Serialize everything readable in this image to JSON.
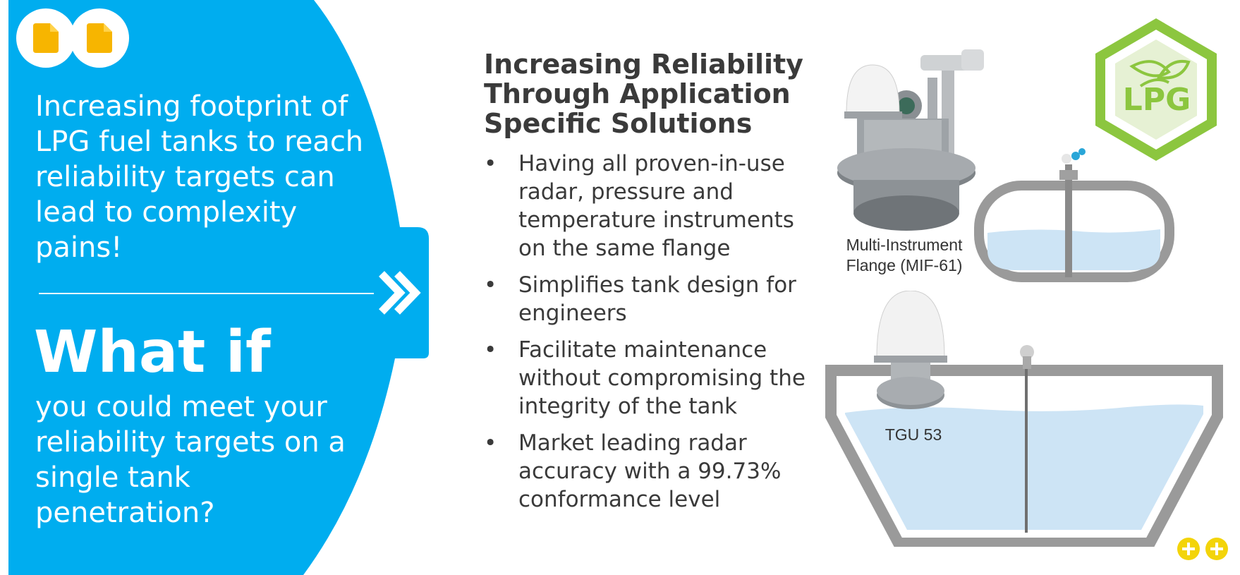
{
  "left_panel": {
    "intro": "Increasing footprint of LPG fuel tanks to reach reliability targets can lead to complexity pains!",
    "heading": "What if",
    "question": "you could meet your reliability targets on a single tank penetration?"
  },
  "main": {
    "title": "Increasing Reliability Through Application Specific Solutions",
    "bullet_symbol": "•",
    "bullets": [
      "Having all proven-in-use radar, pressure and temperature instruments on the same flange",
      "Simplifies tank design for engineers",
      "Facilitate maintenance without compromising the integrity of the tank",
      "Market leading radar accuracy with a 99.73% conformance level"
    ]
  },
  "figures": {
    "mif_caption": "Multi-Instrument Flange (MIF-61)",
    "tgu_caption": "TGU 53",
    "lpg_logo": "LPG"
  },
  "colors": {
    "blue": "#00adef",
    "yellow": "#f3d40a",
    "green": "#8cc63f",
    "tank_gray": "#9a9a9a",
    "liquid": "#cde4f5"
  }
}
